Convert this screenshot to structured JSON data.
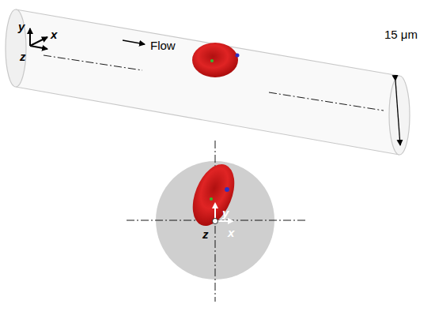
{
  "diagram": {
    "labels": [
      "y",
      "x",
      "z",
      "Flow",
      "15 μm",
      "y",
      "z",
      "x"
    ]
  }
}
